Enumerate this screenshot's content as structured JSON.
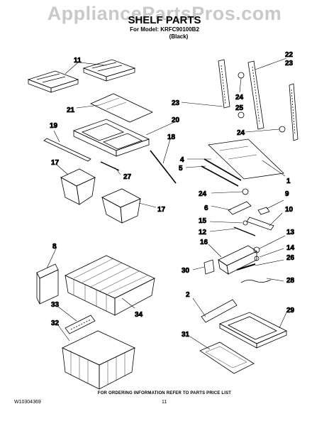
{
  "header": {
    "watermark": "AppliancePartsPros.com",
    "title": "SHELF PARTS",
    "model_line": "For Model: KRFC90100B2",
    "color_line": "(Black)"
  },
  "callouts": [
    "11",
    "21",
    "19",
    "17",
    "20",
    "18",
    "27",
    "17",
    "8",
    "33",
    "32",
    "34",
    "22",
    "23",
    "23",
    "24",
    "25",
    "24",
    "4",
    "5",
    "1",
    "24",
    "9",
    "6",
    "10",
    "15",
    "12",
    "13",
    "16",
    "14",
    "26",
    "30",
    "28",
    "2",
    "29",
    "31"
  ],
  "footer": {
    "note": "FOR ORDERING INFORMATION REFER TO PARTS PRICE LIST",
    "doc_number": "W10304369",
    "page_number": "11"
  },
  "colors": {
    "line": "#000000",
    "watermark": "#c9c9c9"
  }
}
